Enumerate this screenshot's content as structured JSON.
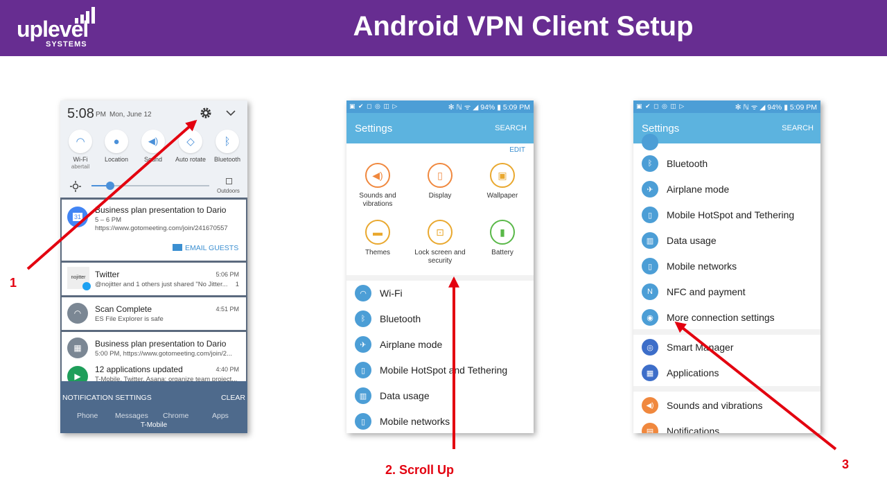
{
  "header": {
    "logo_word": "uplevel",
    "logo_sub": "SYSTEMS",
    "title": "Android VPN Client Setup"
  },
  "colors": {
    "header_bg": "#672d91",
    "settings_blue": "#5cb3df",
    "annotation_red": "#e3000f"
  },
  "phone1": {
    "time": "5:08",
    "ampm": "PM",
    "date": "Mon, June 12",
    "icons": [
      "gear-icon",
      "chevron-down-icon"
    ],
    "quick_tiles": [
      {
        "label": "Wi-Fi",
        "sub": "abertail",
        "icon": "wifi-icon"
      },
      {
        "label": "Location",
        "sub": "",
        "icon": "location-icon"
      },
      {
        "label": "Sound",
        "sub": "",
        "icon": "sound-icon"
      },
      {
        "label": "Auto rotate",
        "sub": "",
        "icon": "rotate-icon"
      },
      {
        "label": "Bluetooth",
        "sub": "",
        "icon": "bluetooth-icon"
      }
    ],
    "outdoors_label": "Outdoors",
    "notifications": {
      "n1_title": "Business plan presentation to Dario",
      "n1_line1": "5 – 6 PM",
      "n1_line2": "https://www.gotomeeting.com/join/241670557",
      "n1_action": "EMAIL GUESTS",
      "n1_badge": "31",
      "n2_title": "Twitter",
      "n2_time": "5:06 PM",
      "n2_text": "@nojitter and 1 others just shared \"No Jitter...",
      "n2_count": "1",
      "n2_logo": "nojitter",
      "n3_title": "Scan Complete",
      "n3_time": "4:51 PM",
      "n3_text": "ES File Explorer is safe",
      "n4_title": "Business plan presentation to Dario",
      "n4_text": "5:00 PM, https://www.gotomeeting.com/join/2...",
      "n5_title": "12 applications updated",
      "n5_time": "4:40 PM",
      "n5_text": "T-Mobile, Twitter, Asana: organize team project..."
    },
    "notification_settings": "NOTIFICATION SETTINGS",
    "clear": "CLEAR",
    "dock": [
      "Phone",
      "Messages",
      "Chrome",
      "Apps"
    ],
    "carrier": "T-Mobile"
  },
  "phone2": {
    "status_left": "▣ ✔ ◻ ◎ ◫ ▷",
    "status_right": "✻ ℕ ᯤ ◢ 94% ▮ 5:09 PM",
    "title": "Settings",
    "search": "SEARCH",
    "edit": "EDIT",
    "grid": [
      {
        "label": "Sounds and vibrations",
        "icon": "sound-icon"
      },
      {
        "label": "Display",
        "icon": "display-icon"
      },
      {
        "label": "Wallpaper",
        "icon": "wallpaper-icon"
      },
      {
        "label": "Themes",
        "icon": "themes-icon"
      },
      {
        "label": "Lock screen and security",
        "icon": "lock-icon"
      },
      {
        "label": "Battery",
        "icon": "battery-icon"
      }
    ],
    "list": [
      {
        "label": "Wi-Fi",
        "icon": "wifi-icon"
      },
      {
        "label": "Bluetooth",
        "icon": "bluetooth-icon"
      },
      {
        "label": "Airplane mode",
        "icon": "airplane-icon"
      },
      {
        "label": "Mobile HotSpot and Tethering",
        "icon": "hotspot-icon"
      },
      {
        "label": "Data usage",
        "icon": "data-usage-icon"
      },
      {
        "label": "Mobile networks",
        "icon": "mobile-networks-icon"
      }
    ]
  },
  "phone3": {
    "status_left": "▣ ✔ ◻ ◎ ◫ ▷",
    "status_right": "✻ ℕ ᯤ ◢ 94% ▮ 5:09 PM",
    "title": "Settings",
    "search": "SEARCH",
    "list": [
      {
        "label": "Bluetooth",
        "icon": "bluetooth-icon"
      },
      {
        "label": "Airplane mode",
        "icon": "airplane-icon"
      },
      {
        "label": "Mobile HotSpot and Tethering",
        "icon": "hotspot-icon"
      },
      {
        "label": "Data usage",
        "icon": "data-usage-icon"
      },
      {
        "label": "Mobile networks",
        "icon": "mobile-networks-icon"
      },
      {
        "label": "NFC and payment",
        "icon": "nfc-icon"
      },
      {
        "label": "More connection settings",
        "icon": "more-connection-icon"
      }
    ],
    "list2": [
      {
        "label": "Smart Manager",
        "icon": "smart-manager-icon"
      },
      {
        "label": "Applications",
        "icon": "applications-icon"
      }
    ],
    "list3": [
      {
        "label": "Sounds and vibrations",
        "icon": "sound-icon"
      },
      {
        "label": "Notifications",
        "icon": "notifications-icon"
      }
    ]
  },
  "annotations": {
    "step1": "1",
    "step2": "2. Scroll Up",
    "step3": "3"
  }
}
